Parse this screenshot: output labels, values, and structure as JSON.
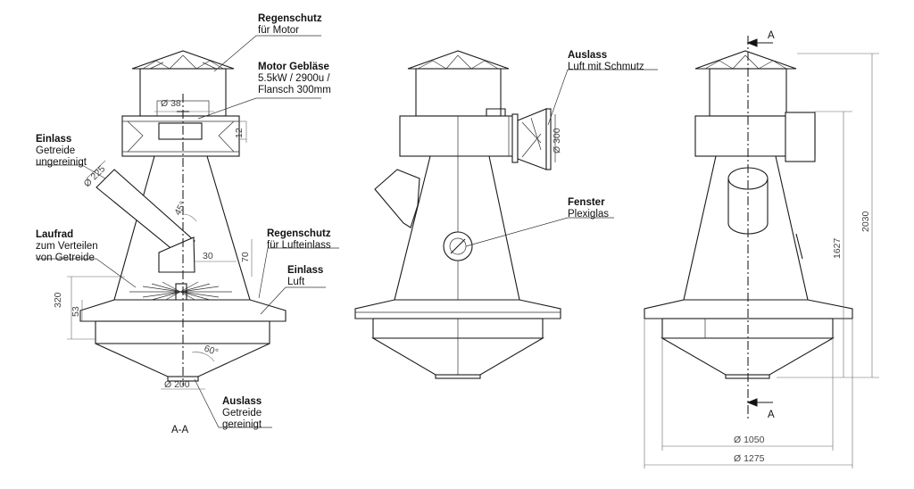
{
  "labels": {
    "regenschutz_motor": {
      "title": "Regenschutz",
      "sub": "für Motor"
    },
    "motor": {
      "title": "Motor Gebläse",
      "l1": "5.5kW / 2900u /",
      "l2": "Flansch 300mm"
    },
    "einlass_getreide": {
      "title": "Einlass",
      "l1": "Getreide",
      "l2": "ungereinigt"
    },
    "laufrad": {
      "title": "Laufrad",
      "l1": "zum Verteilen",
      "l2": "von Getreide"
    },
    "regenschutz_luft": {
      "title": "Regenschutz",
      "sub": "für Lufteinlass"
    },
    "einlass_luft": {
      "title": "Einlass",
      "sub": "Luft"
    },
    "auslass_getreide": {
      "title": "Auslass",
      "l1": "Getreide",
      "l2": "gereinigt"
    },
    "auslass_luft": {
      "title": "Auslass",
      "sub": "Luft mit Schmutz"
    },
    "fenster": {
      "title": "Fenster",
      "sub": "Plexiglas"
    },
    "section_name": "A-A",
    "section_marker_top": "A",
    "section_marker_bottom": "A"
  },
  "dimensions": {
    "d38": "Ø 38",
    "d12": "12",
    "d225": "Ø 225",
    "a45": "45°",
    "d30": "30",
    "d70": "70",
    "d320": "320",
    "d53": "53",
    "a60": "60°",
    "d200": "Ø 200",
    "d300": "Ø 300",
    "d1627": "1627",
    "d2030": "2030",
    "d1050": "Ø 1050",
    "d1275": "Ø 1275"
  }
}
